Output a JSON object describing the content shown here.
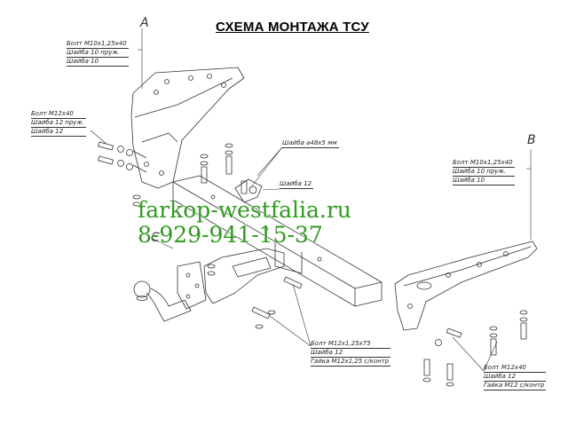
{
  "title": "СХЕМА МОНТАЖА ТСУ",
  "letters": {
    "a": "A",
    "b": "B",
    "c": "C"
  },
  "callouts": {
    "a": [
      "Болт  M10x1,25x40",
      "Шайба 10 пруж.",
      "Шайба 10"
    ],
    "left": [
      "Болт  M12x40",
      "Шайба 12 пруж.",
      "Шайба 12"
    ],
    "washer48": "Шайба ⌀48x5 мм",
    "washer12": "Шайба 12",
    "b": [
      "Болт  M10x1,25x40",
      "Шайба 10 пруж.",
      "Шайба 10"
    ],
    "bottom_center": [
      "Болт  M12x1,25x75",
      "Шайба 12",
      "Гайка M12x1,25 с/контр"
    ],
    "bottom_right": [
      "Болт  M12x40",
      "Шайба 12",
      "Гайка M12 с/контр"
    ]
  },
  "watermark": {
    "site": "farkop-westfalia.ru",
    "phone": "8-929-941-15-37"
  },
  "colors": {
    "line": "#333333",
    "watermark": "#2f9a1e"
  }
}
